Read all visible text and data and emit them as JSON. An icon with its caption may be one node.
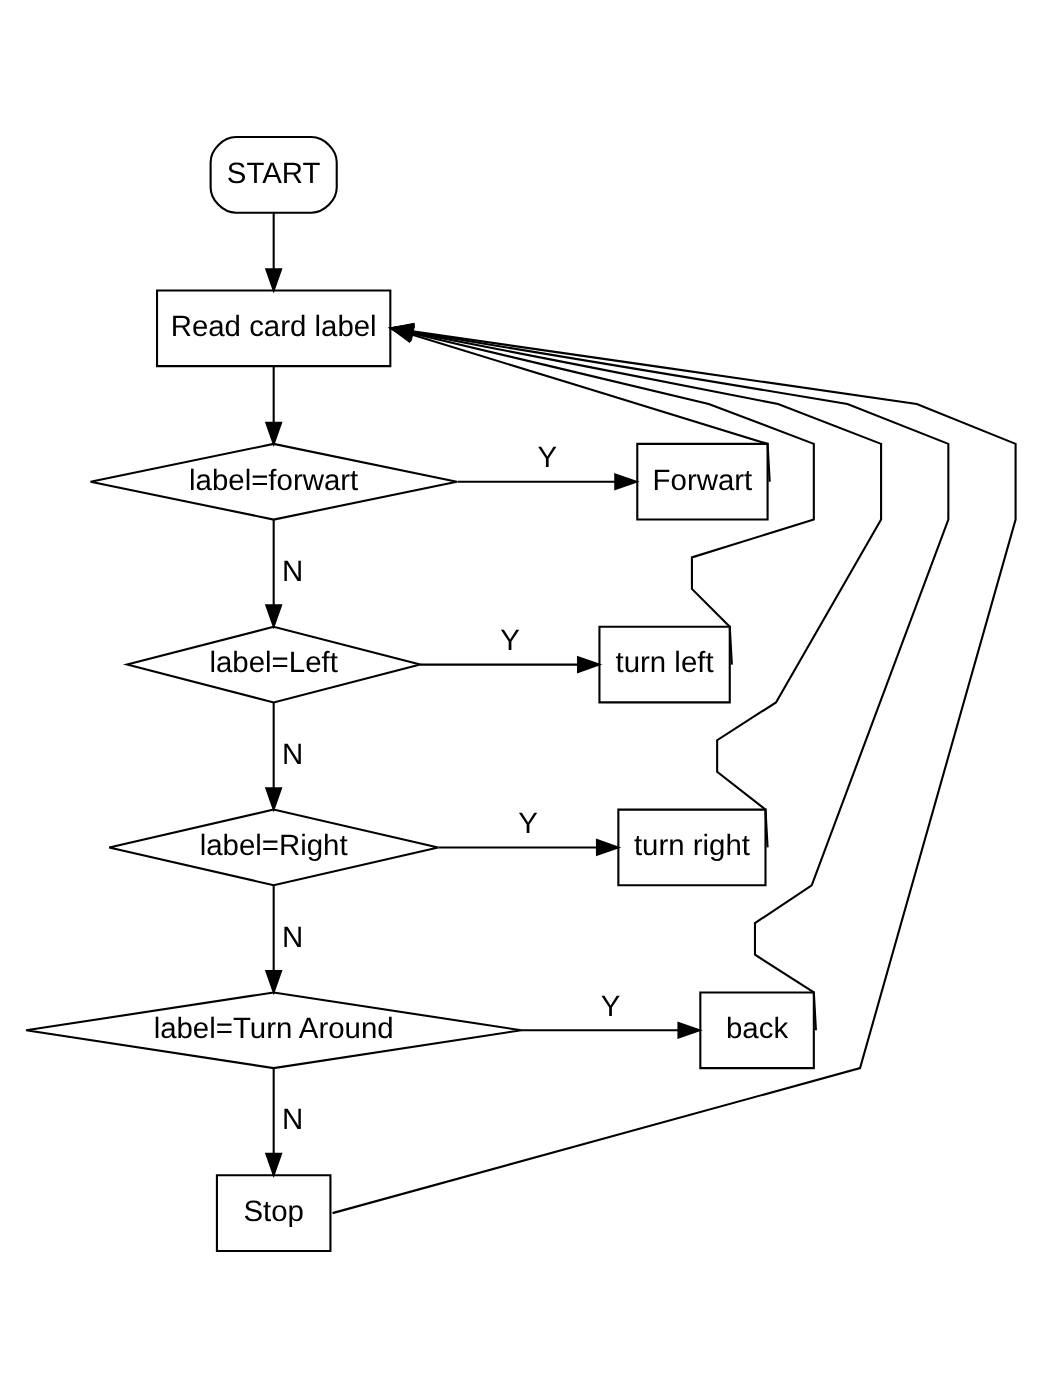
{
  "diagram": {
    "nodes": [
      {
        "text": [
          "START"
        ]
      },
      {
        "text": [
          "Read card label"
        ]
      },
      {
        "text": [
          "label=forwart"
        ]
      },
      {
        "text": [
          "Forwart"
        ]
      },
      {
        "text": [
          "label=Left"
        ]
      },
      {
        "text": [
          "turn left"
        ]
      },
      {
        "text": [
          "label=Right"
        ]
      },
      {
        "text": [
          "turn right"
        ]
      },
      {
        "text": [
          "label=Turn Around"
        ]
      },
      {
        "text": [
          "back"
        ]
      },
      {
        "text": [
          "Stop"
        ]
      }
    ],
    "edges": [
      {
        "from": 0,
        "to": 1,
        "arrow": "to"
      },
      {
        "from": 1,
        "to": 2,
        "arrow": "to"
      },
      {
        "from": 2,
        "to": 3,
        "arrow": "to",
        "label": "Y"
      },
      {
        "from": 2,
        "to": 4,
        "arrow": "to",
        "label": "N"
      },
      {
        "from": 4,
        "to": 5,
        "arrow": "to",
        "label": "Y"
      },
      {
        "from": 4,
        "to": 6,
        "arrow": "to",
        "label": "N"
      },
      {
        "from": 6,
        "to": 7,
        "arrow": "to",
        "label": "Y"
      },
      {
        "from": 6,
        "to": 8,
        "arrow": "to",
        "label": "N"
      },
      {
        "from": 8,
        "to": 9,
        "arrow": "to",
        "label": "Y"
      },
      {
        "from": 8,
        "to": 10,
        "arrow": "to",
        "label": "N"
      },
      {
        "from": 3,
        "to": 1,
        "arrow": "to"
      },
      {
        "from": 5,
        "to": 1,
        "arrow": "to"
      },
      {
        "from": 7,
        "to": 1,
        "arrow": "to"
      },
      {
        "from": 9,
        "to": 1,
        "arrow": "to"
      },
      {
        "from": 10,
        "to": 1,
        "arrow": "to"
      }
    ]
  }
}
